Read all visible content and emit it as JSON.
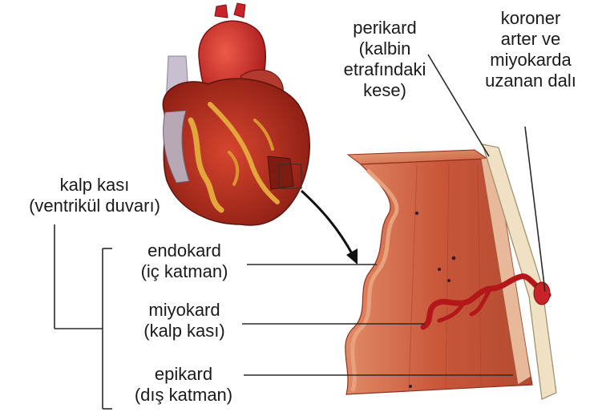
{
  "labels": {
    "perikard": [
      "perikard",
      "(kalbin",
      "etrafındaki",
      "kese)"
    ],
    "koroner": [
      "koroner",
      "arter ve",
      "miyokarda",
      "uzanan dalı"
    ],
    "kalp_kasi": [
      "kalp kası",
      "(ventrikül duvarı)"
    ],
    "endokard": [
      "endokard",
      "(iç katman)"
    ],
    "miyokard": [
      "miyokard",
      "(kalp kası)"
    ],
    "epikard": [
      "epikard",
      "(dış katman)"
    ]
  },
  "colors": {
    "muscle": "#c9573a",
    "muscle_light": "#d97a5a",
    "muscle_dark": "#8f2e1e",
    "pericardium": "#f1e1c4",
    "vessel": "#b3171a",
    "fat": "#e3a63c",
    "line": "#2a2a2a"
  }
}
